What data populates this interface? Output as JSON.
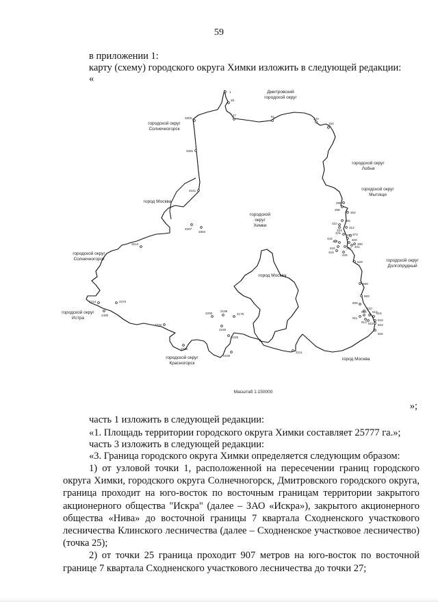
{
  "page": {
    "number": "59",
    "intro_line1": "в приложении 1:",
    "intro_line2": "карту (схему) городского округа Химки изложить в следующей редакции:",
    "open_quote": "«",
    "close_quote": "»;"
  },
  "map": {
    "labels": {
      "dmitrovsky": [
        "Дмитровский",
        "городской округ"
      ],
      "solnechnogorsk_top": [
        "городской округ",
        "Солнечногорск"
      ],
      "lobnya": [
        "городской округ",
        "Лобня"
      ],
      "mytishchi": [
        "городской округ",
        "Мытищи"
      ],
      "moscow_west": "город Москва",
      "khimki": [
        "городской",
        "округ",
        "Химки"
      ],
      "solnechnogorsk_left": [
        "городской округ",
        "Солнечногорск"
      ],
      "dolgoprudny": [
        "городской округ",
        "Долгопрудный"
      ],
      "moscow_center": "город Москва",
      "istra": [
        "городской округ",
        "Истра"
      ],
      "krasnogorsk": [
        "городской округ",
        "Красногорск"
      ],
      "moscow_south": "город Москва"
    },
    "points": [
      "1",
      "25",
      "27",
      "51",
      "143",
      "154",
      "3303",
      "3491",
      "3441",
      "3307",
      "3362",
      "295",
      "298",
      "302",
      "306",
      "310",
      "312",
      "324",
      "376",
      "378",
      "373",
      "400",
      "401",
      "430",
      "442",
      "416",
      "427",
      "418",
      "425",
      "480",
      "529",
      "568",
      "583",
      "608",
      "610",
      "611",
      "612",
      "613",
      "614",
      "615",
      "616",
      "618",
      "623",
      "625",
      "2513",
      "2414",
      "2400",
      "2370",
      "2332",
      "2200",
      "2189",
      "2175",
      "2190",
      "2226",
      "2268",
      "2150",
      "2111"
    ],
    "scale": "Масштаб 1:150000"
  },
  "text": {
    "part1_heading": "часть 1 изложить в следующей редакции:",
    "part1_text": "«1. Площадь территории городского округа Химки составляет 25777 га.»;",
    "part3_heading": "часть 3 изложить в следующей редакции:",
    "part3_intro": "«3. Граница городского округа Химки определяется следующим образом:",
    "item1": "1) от узловой точки 1, расположенной на пересечении границ городского округа Химки, городского округа Солнечногорск, Дмитровского городского округа, граница проходит на юго-восток по восточным границам территории закрытого акционерного общества \"Искра\" (далее – ЗАО «Искра»), закрытого акционерного общества «Нива» до восточной границы 7 квартала Сходненского участкового лесничества Клинского лесничества (далее – Сходненское участковое лесничество) (точка 25);",
    "item2": "2) от точки 25 граница проходит 907 метров на юго-восток по восточной границе 7 квартала Сходненского участкового лесничества до точки 27;"
  }
}
